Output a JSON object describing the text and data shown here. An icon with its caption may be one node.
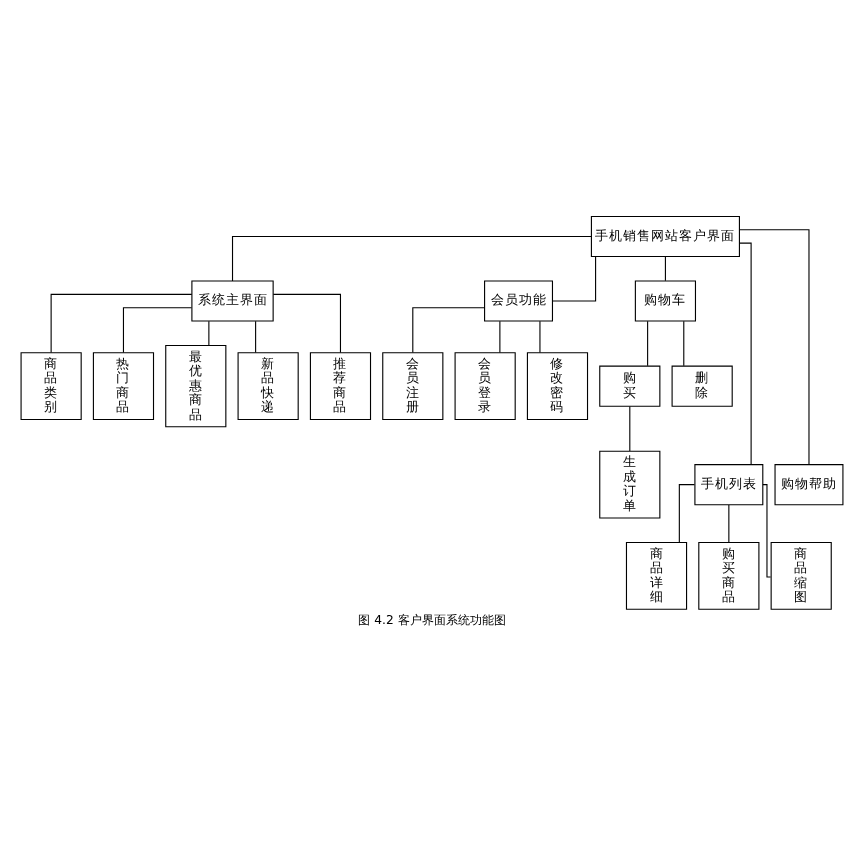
{
  "diagram": {
    "caption": "图 4.2 客户界面系统功能图",
    "nodes": [
      {
        "text": [
          "手机销售网站客户界面"
        ]
      },
      {
        "text": [
          "系统主界面"
        ]
      },
      {
        "text": [
          "会员功能"
        ]
      },
      {
        "text": [
          "购物车"
        ]
      },
      {
        "text": [
          "手机列表"
        ]
      },
      {
        "text": [
          "购物帮助"
        ]
      },
      {
        "text": [
          "商品类别"
        ]
      },
      {
        "text": [
          "热门商品"
        ]
      },
      {
        "text": [
          "最优惠商品"
        ]
      },
      {
        "text": [
          "新品快递"
        ]
      },
      {
        "text": [
          "推荐商品"
        ]
      },
      {
        "text": [
          "会员注册"
        ]
      },
      {
        "text": [
          "会员登录"
        ]
      },
      {
        "text": [
          "修改密码"
        ]
      },
      {
        "text": [
          "购买"
        ]
      },
      {
        "text": [
          "删除"
        ]
      },
      {
        "text": [
          "生成订单"
        ]
      },
      {
        "text": [
          "商品详细"
        ]
      },
      {
        "text": [
          "购买商品"
        ]
      },
      {
        "text": [
          "商品缩图"
        ]
      }
    ],
    "edges": [
      {
        "from": 0,
        "to": 1,
        "arrow": "none"
      },
      {
        "from": 0,
        "to": 4,
        "arrow": "none"
      },
      {
        "from": 0,
        "to": 2,
        "arrow": "none"
      },
      {
        "from": 0,
        "to": 5,
        "arrow": "none"
      },
      {
        "from": 0,
        "to": 3,
        "arrow": "none"
      },
      {
        "from": 1,
        "to": 6,
        "arrow": "none"
      },
      {
        "from": 1,
        "to": 7,
        "arrow": "none"
      },
      {
        "from": 1,
        "to": 8,
        "arrow": "none"
      },
      {
        "from": 1,
        "to": 9,
        "arrow": "none"
      },
      {
        "from": 1,
        "to": 10,
        "arrow": "none"
      },
      {
        "from": 2,
        "to": 11,
        "arrow": "none"
      },
      {
        "from": 2,
        "to": 12,
        "arrow": "none"
      },
      {
        "from": 2,
        "to": 13,
        "arrow": "none"
      },
      {
        "from": 3,
        "to": 14,
        "arrow": "none"
      },
      {
        "from": 3,
        "to": 15,
        "arrow": "none"
      },
      {
        "from": 14,
        "to": 16,
        "arrow": "none"
      },
      {
        "from": 4,
        "to": 17,
        "arrow": "none"
      },
      {
        "from": 4,
        "to": 18,
        "arrow": "none"
      },
      {
        "from": 4,
        "to": 19,
        "arrow": "none"
      }
    ]
  }
}
